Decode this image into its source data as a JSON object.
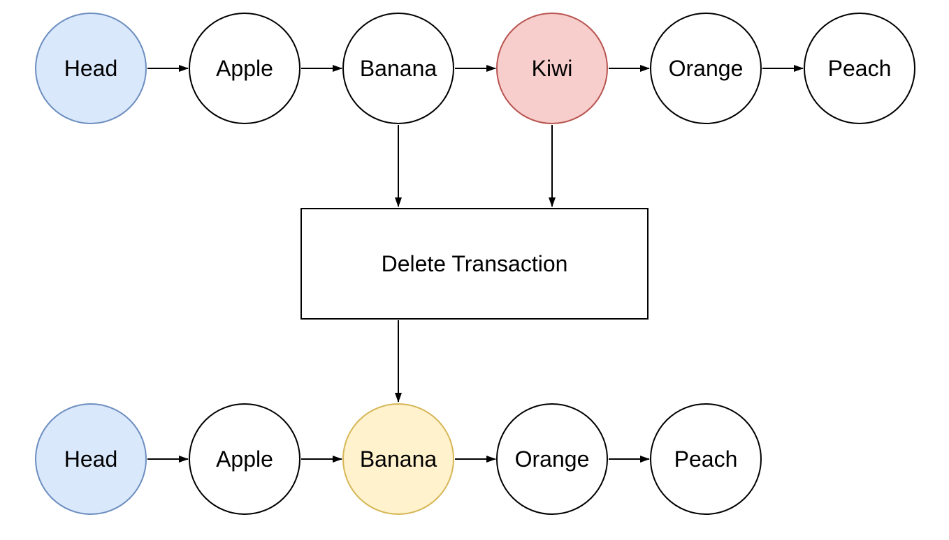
{
  "diagram": {
    "process_box": {
      "label": "Delete Transaction"
    },
    "top_list": {
      "nodes": [
        {
          "label": "Head",
          "variant": "blue"
        },
        {
          "label": "Apple",
          "variant": "white"
        },
        {
          "label": "Banana",
          "variant": "white"
        },
        {
          "label": "Kiwi",
          "variant": "red"
        },
        {
          "label": "Orange",
          "variant": "white"
        },
        {
          "label": "Peach",
          "variant": "white"
        }
      ]
    },
    "bottom_list": {
      "nodes": [
        {
          "label": "Head",
          "variant": "blue"
        },
        {
          "label": "Apple",
          "variant": "white"
        },
        {
          "label": "Banana",
          "variant": "yellow"
        },
        {
          "label": "Orange",
          "variant": "white"
        },
        {
          "label": "Peach",
          "variant": "white"
        }
      ]
    },
    "edges": [
      {
        "from": "top.Head",
        "to": "top.Apple"
      },
      {
        "from": "top.Apple",
        "to": "top.Banana"
      },
      {
        "from": "top.Banana",
        "to": "top.Kiwi"
      },
      {
        "from": "top.Kiwi",
        "to": "top.Orange"
      },
      {
        "from": "top.Orange",
        "to": "top.Peach"
      },
      {
        "from": "top.Banana",
        "to": "Delete Transaction"
      },
      {
        "from": "top.Kiwi",
        "to": "Delete Transaction"
      },
      {
        "from": "Delete Transaction",
        "to": "bottom.Banana"
      },
      {
        "from": "bottom.Head",
        "to": "bottom.Apple"
      },
      {
        "from": "bottom.Apple",
        "to": "bottom.Banana"
      },
      {
        "from": "bottom.Banana",
        "to": "bottom.Orange"
      },
      {
        "from": "bottom.Orange",
        "to": "bottom.Peach"
      }
    ],
    "colors": {
      "node_blue_fill": "#dae8fc",
      "node_blue_stroke": "#6c8ebf",
      "node_red_fill": "#f8cecc",
      "node_red_stroke": "#b85450",
      "node_yellow_fill": "#fff2cc",
      "node_yellow_stroke": "#d6b656",
      "node_default_fill": "#ffffff",
      "node_default_stroke": "#000000",
      "arrow": "#000000",
      "background": "#ffffff"
    }
  }
}
